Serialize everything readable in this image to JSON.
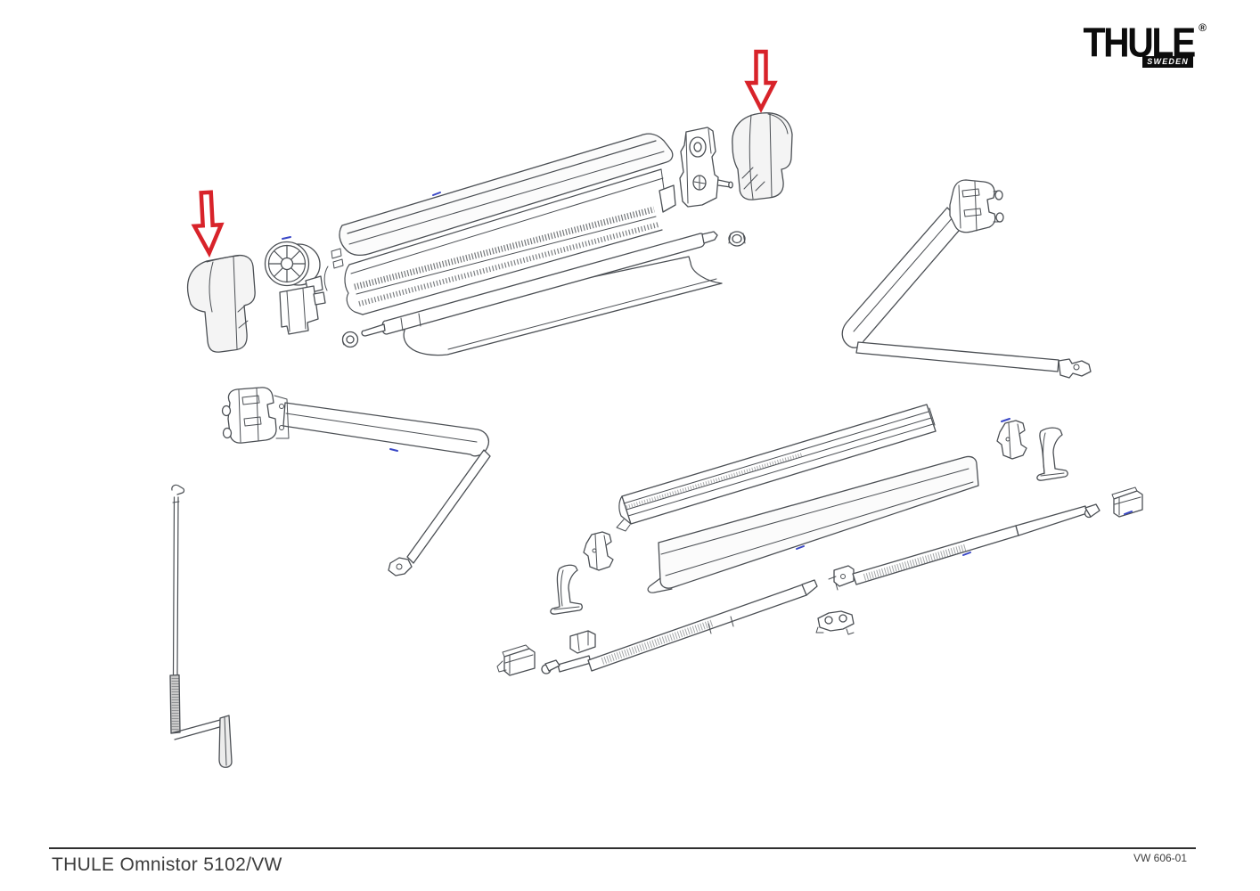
{
  "logo": {
    "brand": "THULE",
    "registered_mark": "®",
    "badge": "SWEDEN"
  },
  "footer": {
    "model_title": "THULE Omnistor 5102/VW",
    "drawing_number": "VW 606-01"
  },
  "colors": {
    "background": "#ffffff",
    "highlight_arrow_red": "#d8232a",
    "drawing_line_gray": "#4b4f54",
    "logo_black": "#0c0c0c",
    "annotation_blue": "#3947c6"
  },
  "diagram": {
    "kind": "exploded-parts-drawing",
    "highlighted_parts": [
      "left-end-cap",
      "right-end-cap"
    ],
    "parts": [
      "left-end-cap",
      "gear-mechanism-left",
      "cassette-housing",
      "roller-tube",
      "awning-fabric",
      "end-washer",
      "gearbox-right",
      "right-end-cap",
      "locking-nut",
      "spring-arm-right",
      "spring-arm-left",
      "crank-rod",
      "lead-rail",
      "front-panel",
      "mounting-bracket-left",
      "mounting-foot-left",
      "wall-clamp-left",
      "support-leg-left",
      "support-leg-right",
      "mounting-bracket-right",
      "mounting-foot-right",
      "wall-clamp-right",
      "center-mounting-clamp"
    ]
  }
}
